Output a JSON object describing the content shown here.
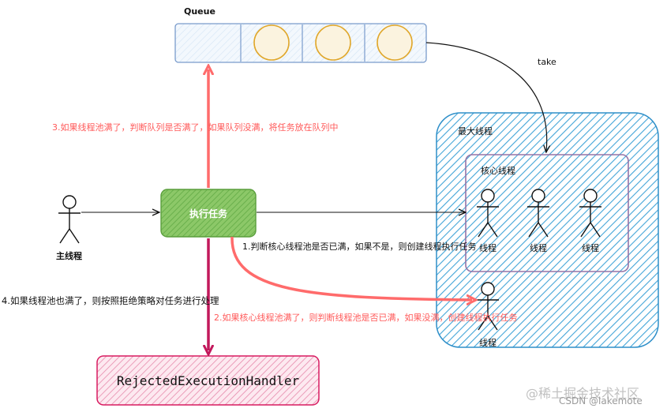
{
  "queue": {
    "label": "Queue",
    "take_label": "take"
  },
  "task_box": {
    "label": "执行任务"
  },
  "main_thread": {
    "label": "主线程"
  },
  "pool": {
    "max_label": "最大线程",
    "core_label": "核心线程",
    "thread_label": "线程"
  },
  "steps": {
    "step1": "1.判断核心线程池是否已满，如果不是，则创建线程执行任务",
    "step2": "2.如果核心线程池满了，则判断线程池是否已满，如果没满，创建线程执行任务",
    "step3": "3.如果线程池满了，判断队列是否满了，如果队列没满，将任务放在队列中",
    "step4": "4.如果线程池也满了，则按照拒绝策略对任务进行处理"
  },
  "handler": {
    "label": "RejectedExecutionHandler"
  },
  "watermark": {
    "line1": "@稀土掘金技术社区",
    "line2": "CSDN @lakemote"
  },
  "colors": {
    "hatch_blue": "#43a5d8",
    "core_border": "#9673a6",
    "task_green": "#6ab04c",
    "handler_pink": "#d81b60",
    "arrow_red": "#ff6b6b",
    "arrow_magenta": "#c2185b",
    "ball_gold": "#e0a72b"
  }
}
